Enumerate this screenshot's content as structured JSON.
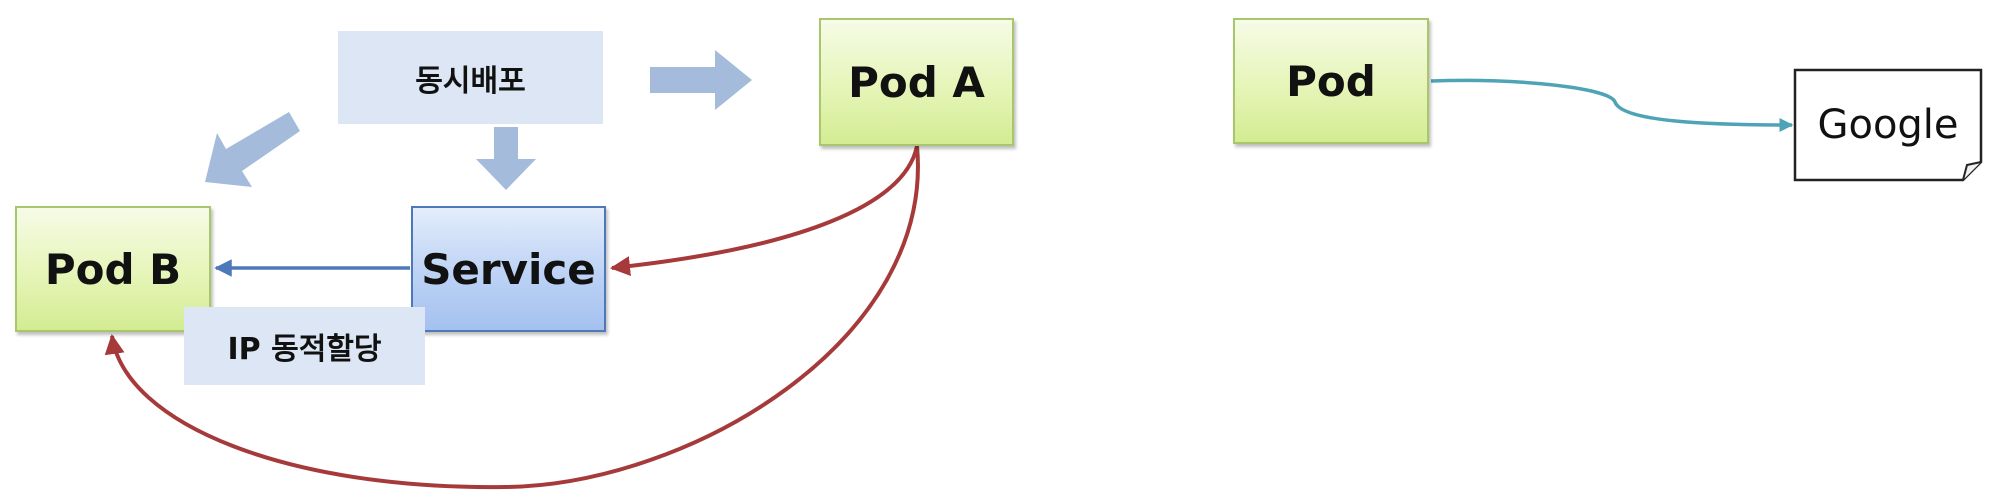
{
  "nodes": {
    "pod_a": "Pod A",
    "pod_b": "Pod B",
    "service": "Service",
    "pod": "Pod",
    "google": "Google",
    "simultaneous_deploy": "동시배포",
    "ip_dynamic": "IP 동적할당"
  },
  "colors": {
    "pod_border": "#a8c66c",
    "service_border": "#4f78b8",
    "big_arrow": "#a4bbdc",
    "red_connector": "#a63a3a",
    "blue_connector": "#4f78b8",
    "teal_connector": "#4ea4b6"
  }
}
